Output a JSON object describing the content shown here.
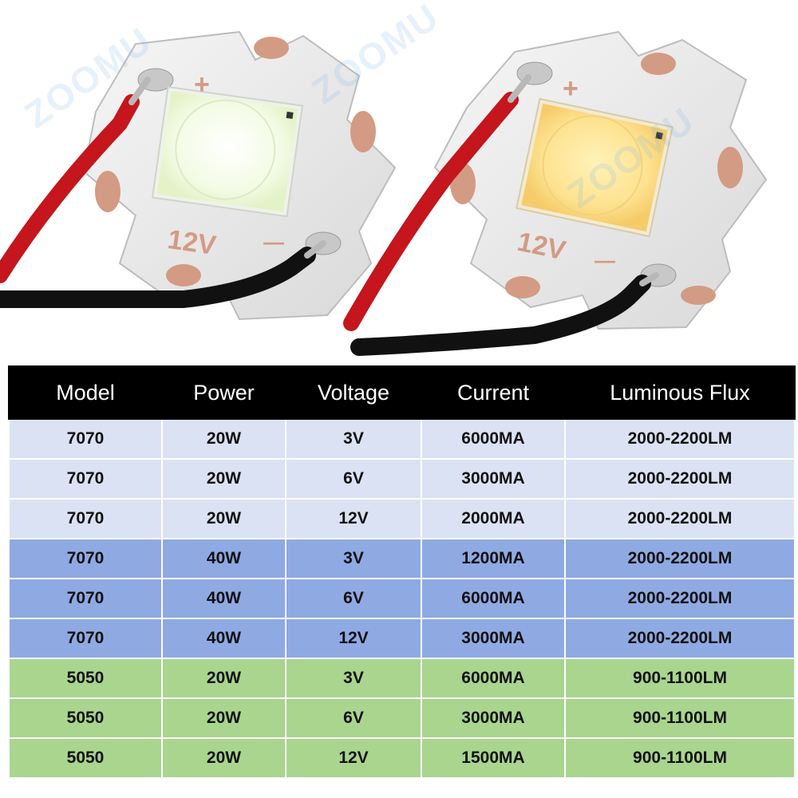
{
  "watermark": "ZOOMU",
  "board_marks": {
    "plus": "+",
    "minus": "—",
    "voltage": "12V"
  },
  "colors": {
    "header_bg": "#000000",
    "row_light": "#dbe2f3",
    "row_blue": "#8fa9e2",
    "row_green": "#a9d58f",
    "chip_cool_white": "#f3fbe4",
    "chip_warm_white": "#fde28f",
    "wire_red": "#c4161c",
    "wire_black": "#111111",
    "copper_pad": "#d39b84"
  },
  "table": {
    "headers": [
      "Model",
      "Power",
      "Voltage",
      "Current",
      "Luminous Flux"
    ],
    "rows": [
      {
        "group": "light",
        "cells": [
          "7070",
          "20W",
          "3V",
          "6000MA",
          "2000-2200LM"
        ]
      },
      {
        "group": "light",
        "cells": [
          "7070",
          "20W",
          "6V",
          "3000MA",
          "2000-2200LM"
        ]
      },
      {
        "group": "light",
        "cells": [
          "7070",
          "20W",
          "12V",
          "2000MA",
          "2000-2200LM"
        ]
      },
      {
        "group": "blue",
        "cells": [
          "7070",
          "40W",
          "3V",
          "1200MA",
          "2000-2200LM"
        ]
      },
      {
        "group": "blue",
        "cells": [
          "7070",
          "40W",
          "6V",
          "6000MA",
          "2000-2200LM"
        ]
      },
      {
        "group": "blue",
        "cells": [
          "7070",
          "40W",
          "12V",
          "3000MA",
          "2000-2200LM"
        ]
      },
      {
        "group": "green",
        "cells": [
          "5050",
          "20W",
          "3V",
          "6000MA",
          "900-1100LM"
        ]
      },
      {
        "group": "green",
        "cells": [
          "5050",
          "20W",
          "6V",
          "3000MA",
          "900-1100LM"
        ]
      },
      {
        "group": "green",
        "cells": [
          "5050",
          "20W",
          "12V",
          "1500MA",
          "900-1100LM"
        ]
      }
    ]
  }
}
